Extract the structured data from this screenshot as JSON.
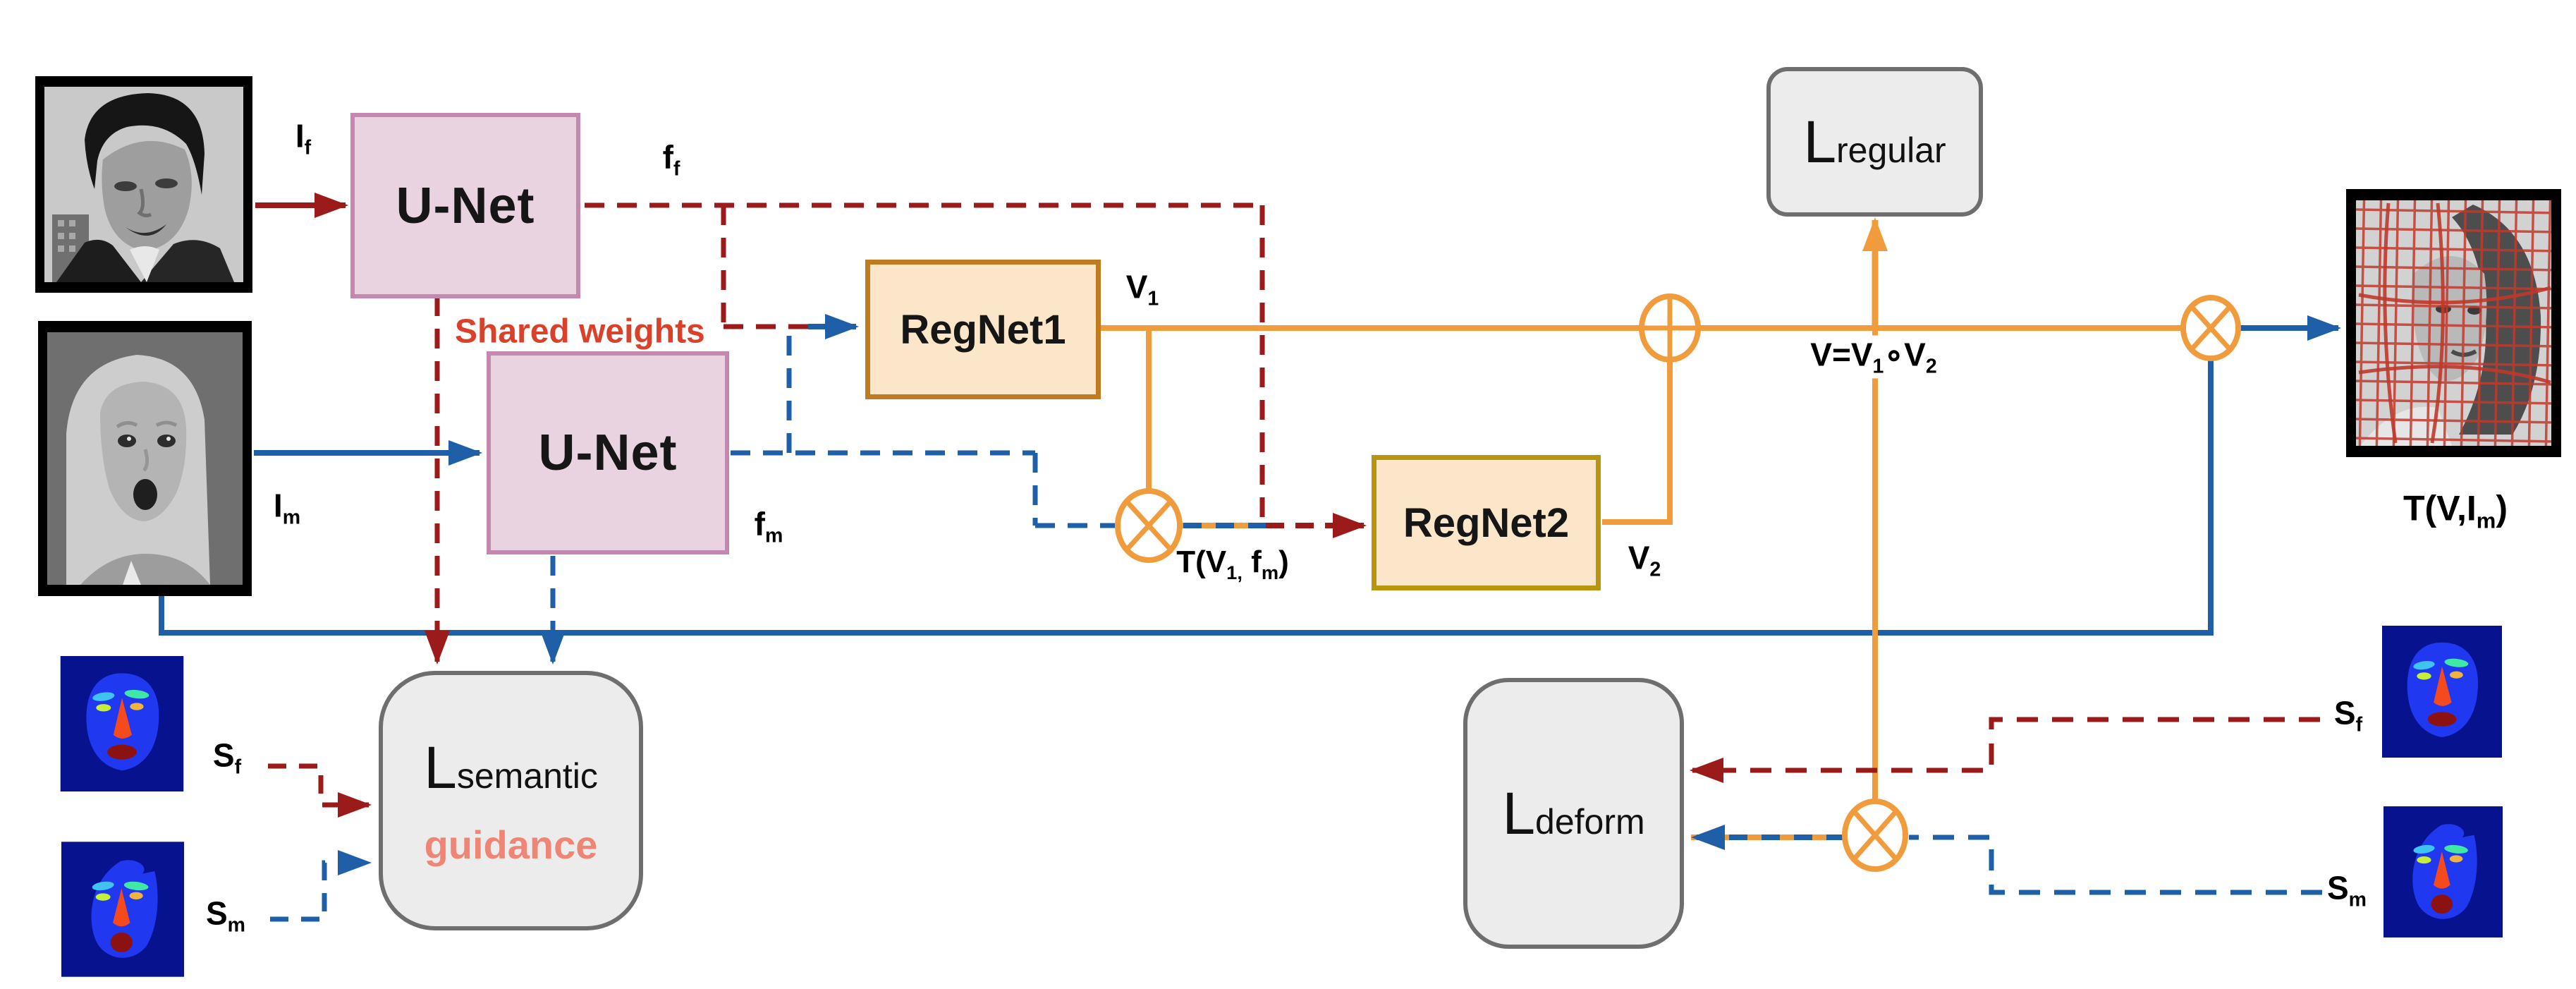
{
  "diagram": {
    "title_hint": "Two-stage face registration network with semantic guidance",
    "boxes": {
      "unet1": "U-Net",
      "unet2": "U-Net",
      "regnet1": "RegNet1",
      "regnet2": "RegNet2"
    },
    "losses": {
      "regular": {
        "main": "L",
        "sub": "regular"
      },
      "semantic": {
        "main": "L",
        "sub": "semantic"
      },
      "guidance": "guidance",
      "deform": {
        "main": "L",
        "sub": "deform"
      }
    },
    "labels": {
      "i_f": {
        "main": "I",
        "sub": "f"
      },
      "f_f": {
        "main": "f",
        "sub": "f"
      },
      "i_m": {
        "main": "I",
        "sub": "m"
      },
      "f_m": {
        "main": "f",
        "sub": "m"
      },
      "v1": {
        "main": "V",
        "sub": "1"
      },
      "v2": {
        "main": "V",
        "sub": "2"
      },
      "t_v1_fm": {
        "p1": "T(V",
        "s1": "1,",
        "p2": " f",
        "s2": "m",
        "p3": ")"
      },
      "v_compose": {
        "p1": "V=V",
        "s1": "1",
        "p2": "∘V",
        "s2": "2"
      },
      "t_v_im": {
        "p1": "T(V,I",
        "s1": "m",
        "p2": ")"
      },
      "s_f_left": {
        "main": "S",
        "sub": "f"
      },
      "s_m_left": {
        "main": "S",
        "sub": "m"
      },
      "s_f_right": {
        "main": "S",
        "sub": "f"
      },
      "s_m_right": {
        "main": "S",
        "sub": "m"
      },
      "shared_weights": "Shared weights"
    },
    "colors": {
      "fixed_flow_red": "#9b1a1a",
      "moving_flow_blue": "#1e5fa8",
      "field_flow_orange": "#f09c3c",
      "unet_fill": "#ead3e0",
      "unet_border": "#c487b0",
      "regnet_fill": "#fbe6c9",
      "regnet1_border": "#c07b1f",
      "regnet2_border": "#b8950f",
      "loss_fill": "#ececec",
      "loss_border": "#6e6e6e",
      "shared_weights_text": "#d9412b",
      "guidance_text": "#ee8575",
      "seg_background": "#06128e",
      "seg_face": "#2038ef",
      "warp_grid": "#c0392b"
    }
  }
}
